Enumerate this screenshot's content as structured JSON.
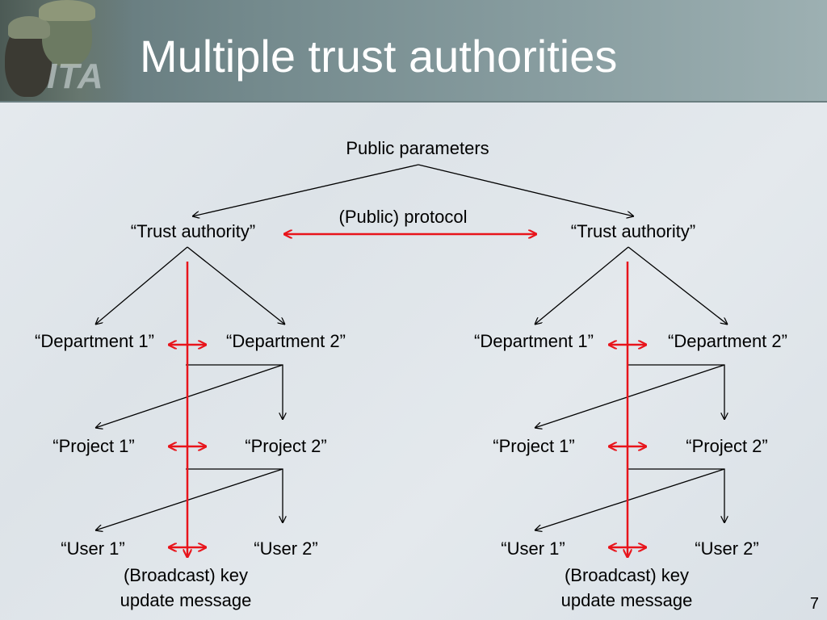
{
  "slide": {
    "title": "Multiple trust authorities",
    "logo_text": "ITA",
    "page_number": "7"
  },
  "diagram": {
    "public_parameters": "Public parameters",
    "protocol_label": "(Public) protocol",
    "left": {
      "authority": "“Trust authority”",
      "department_1": "“Department 1”",
      "department_2": "“Department 2”",
      "project_1": "“Project 1”",
      "project_2": "“Project 2”",
      "user_1": "“User 1”",
      "user_2": "“User 2”",
      "broadcast_line1": "(Broadcast) key",
      "broadcast_line2": "update message"
    },
    "right": {
      "authority": "“Trust authority”",
      "department_1": "“Department 1”",
      "department_2": "“Department 2”",
      "project_1": "“Project 1”",
      "project_2": "“Project 2”",
      "user_1": "“User 1”",
      "user_2": "“User 2”",
      "broadcast_line1": "(Broadcast) key",
      "broadcast_line2": "update message"
    },
    "colors": {
      "tree_line": "#000000",
      "key_update": "#e8141b"
    }
  }
}
